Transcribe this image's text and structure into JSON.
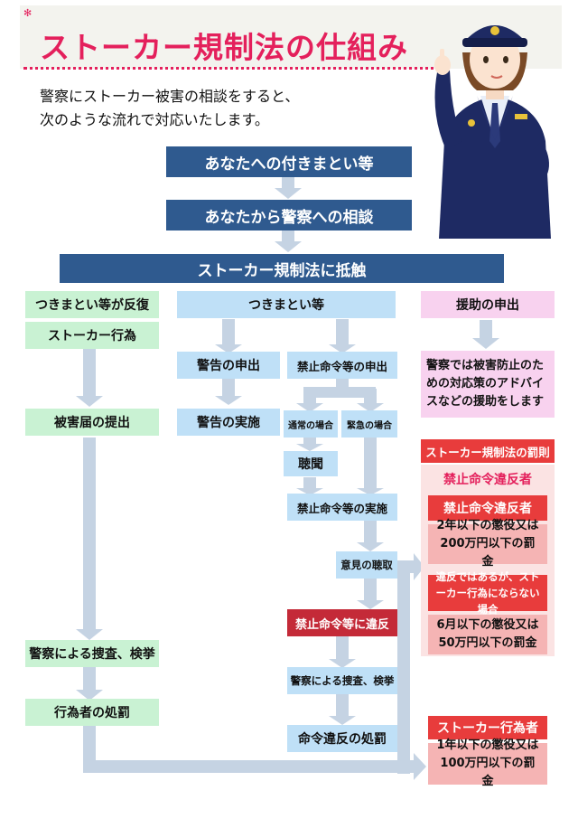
{
  "title": "ストーカー規制法の仕組み",
  "intro": {
    "line1": "警察にストーカー被害の相談をすると、",
    "line2": "次のような流れで対応いたします。"
  },
  "flow": {
    "step1": "あなたへの付きまとい等",
    "step2": "あなたから警察への相談",
    "step3": "ストーカー規制法に抵触"
  },
  "left": {
    "header": "つきまとい等が反復",
    "sub": "ストーカー行為",
    "report": "被害届の提出",
    "investigation": "警察による捜査、検挙",
    "punishment": "行為者の処罰"
  },
  "center": {
    "header": "つきまとい等",
    "warning_request": "警告の申出",
    "warning_exec": "警告の実施",
    "ban_request": "禁止命令等の申出",
    "normal_case": "通常の場合",
    "urgent_case": "緊急の場合",
    "hearing": "聴聞",
    "ban_exec": "禁止命令等の実施",
    "opinion": "意見の聴取",
    "violation": "禁止命令等に違反",
    "investigation": "警察による捜査、検挙",
    "order_punishment": "命令違反の処罰"
  },
  "right": {
    "header": "援助の申出",
    "assist_text": "警察では被害防止のための対応策のアドバイスなどの援助をします",
    "penalties_title": "ストーカー規制法の罰則",
    "violator_label": "禁止命令違反者",
    "violator_box": "禁止命令違反者",
    "penalty1": "2年以下の懲役又は200万円以下の罰金",
    "nonstalking": "違反ではあるが、ストーカー行為にならない場合",
    "penalty2": "6月以下の懲役又は50万円以下の罰金",
    "stalker_label": "ストーカー行為者",
    "penalty3": "1年以下の懲役又は100万円以下の罰金"
  },
  "colors": {
    "title": "#e4205c",
    "navy": "#2f5a8f",
    "green": "#c9f2d3",
    "blue": "#bfe0f7",
    "pink": "#f8d2ef",
    "red": "#e83c3c",
    "arrow": "#c5d3e3"
  }
}
